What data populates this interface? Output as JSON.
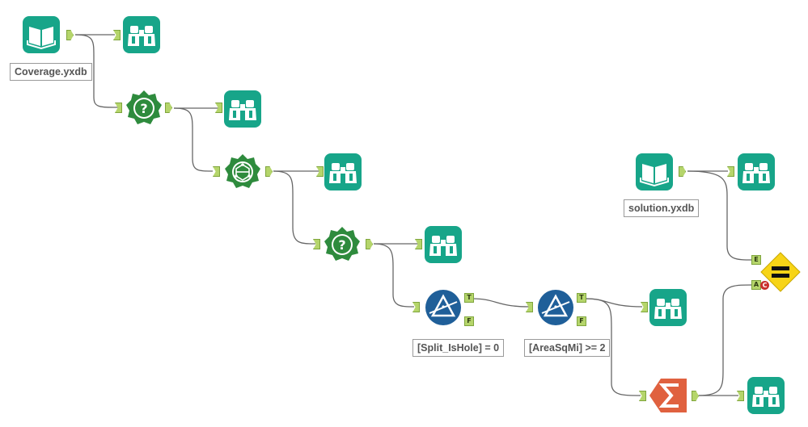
{
  "canvas": {
    "labels": {
      "input_coverage": "Coverage.yxdb",
      "input_solution": "solution.yxdb",
      "filter_hole": "[Split_IsHole] = 0",
      "filter_area": "[AreaSqMi] >= 2"
    },
    "ports": {
      "true": "T",
      "false": "F",
      "expected": "E",
      "actual": "A",
      "compare": "C"
    },
    "icons": {
      "input": "book-icon",
      "browse": "binoculars-icon",
      "info": "question-gear-icon",
      "poly_split": "polygon-split-icon",
      "filter": "filter-icon",
      "summarize": "sigma-icon",
      "compare": "equals-diamond-icon"
    },
    "colors": {
      "teal": "#17a589",
      "green": "#2e8b3d",
      "blue": "#1f5f99",
      "orange": "#e0613f",
      "yellow": "#f7d417",
      "anchor": "#b5d56b"
    }
  }
}
